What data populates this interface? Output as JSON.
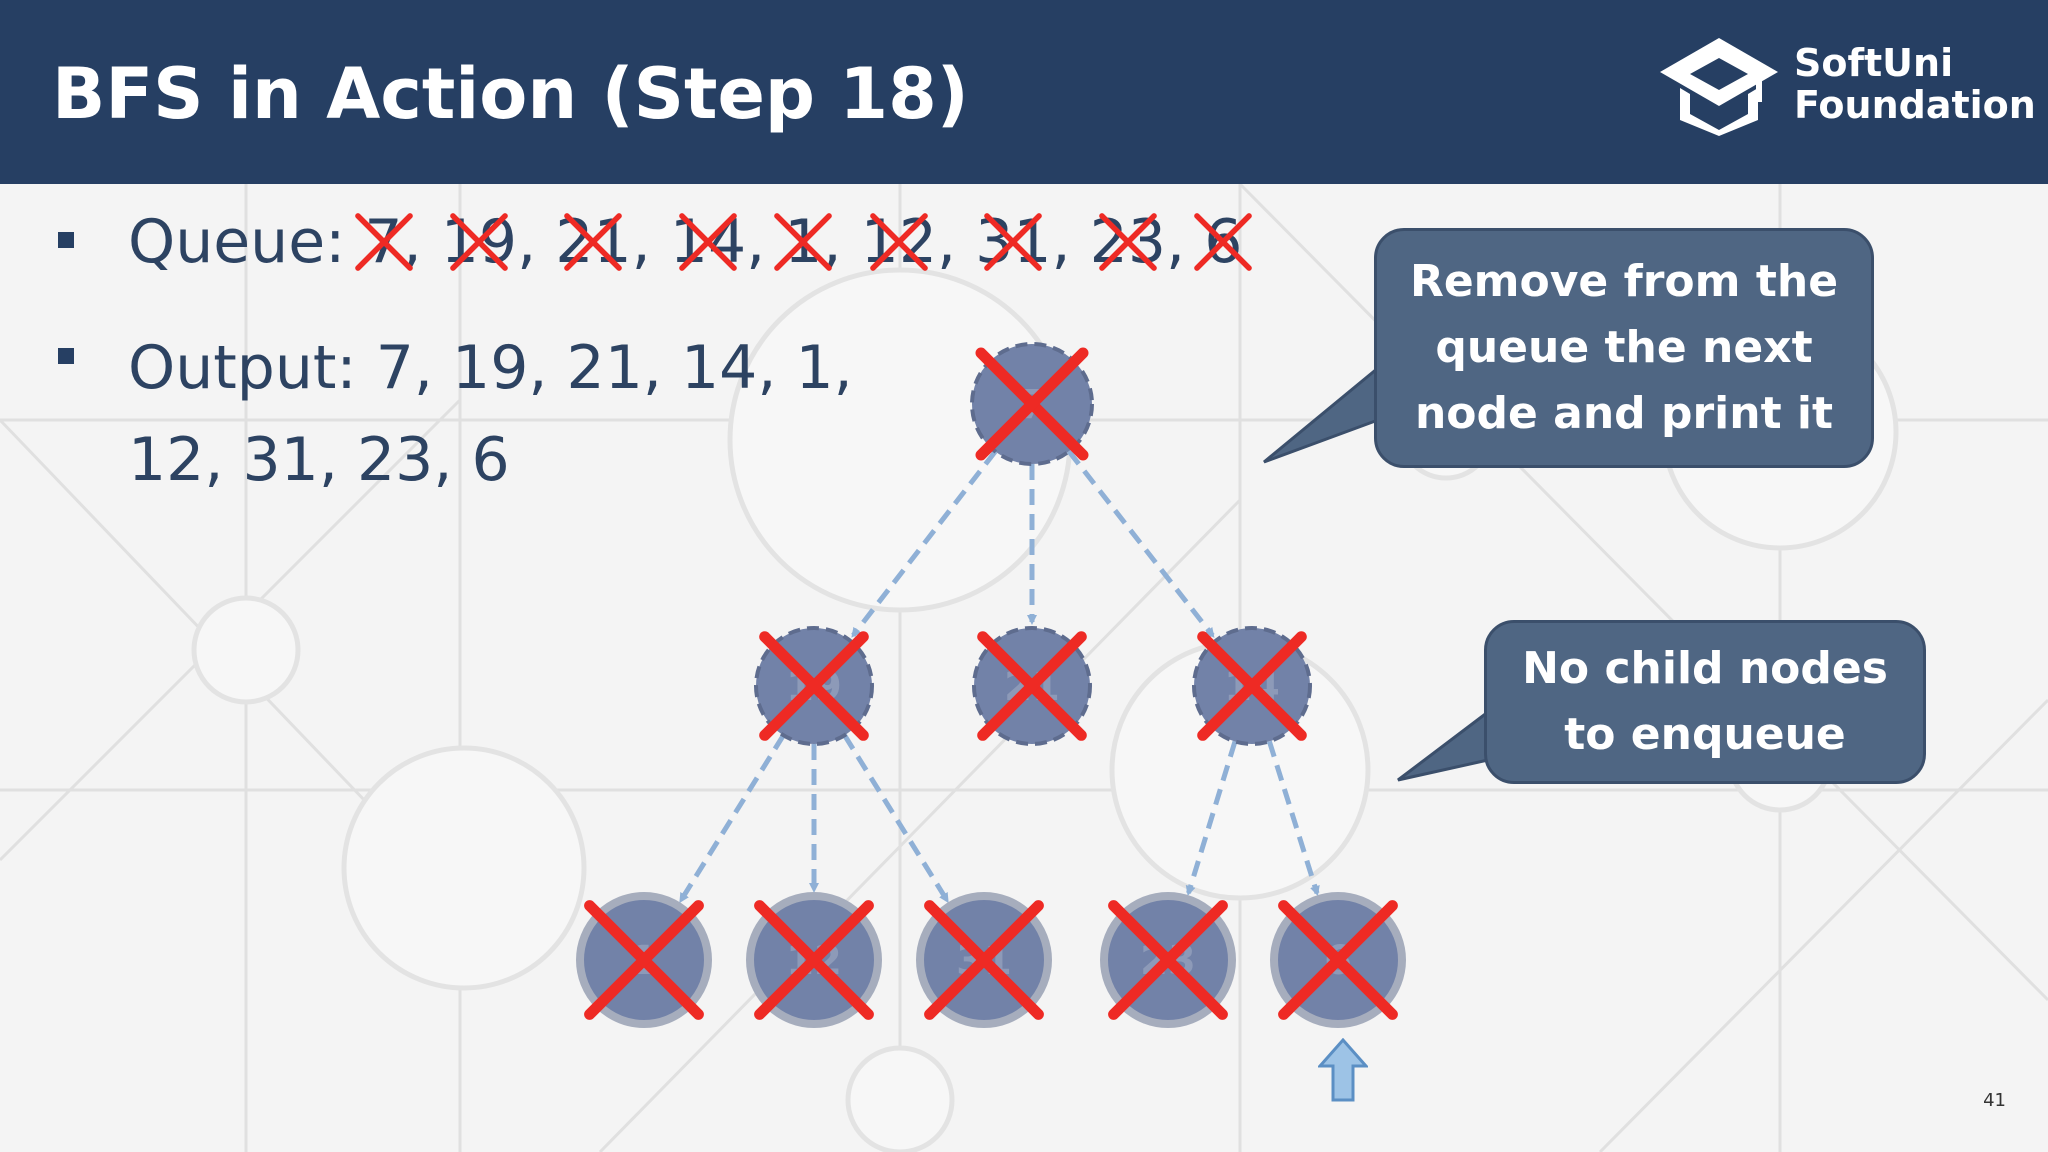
{
  "slide": {
    "title": "BFS in Action (Step 18)",
    "page_number": "41"
  },
  "logo": {
    "line1": "SoftUni",
    "line2": "Foundation"
  },
  "queue": {
    "label": "Queue: ",
    "items": [
      {
        "value": "7",
        "removed": true
      },
      {
        "value": "19",
        "removed": true
      },
      {
        "value": "21",
        "removed": true
      },
      {
        "value": "14",
        "removed": true
      },
      {
        "value": "1",
        "removed": true
      },
      {
        "value": "12",
        "removed": true
      },
      {
        "value": "31",
        "removed": true
      },
      {
        "value": "23",
        "removed": true
      },
      {
        "value": "6",
        "removed": true
      }
    ]
  },
  "output": {
    "line1": "Output: 7, 19, 21, 14, 1,",
    "line2": "12, 31, 23, 6"
  },
  "tree": {
    "nodes": [
      {
        "id": "7",
        "level": 0,
        "visited": true,
        "highlighted": true
      },
      {
        "id": "19",
        "level": 1,
        "visited": true,
        "highlighted": true
      },
      {
        "id": "21",
        "level": 1,
        "visited": true,
        "highlighted": true
      },
      {
        "id": "14",
        "level": 1,
        "visited": true,
        "highlighted": true
      },
      {
        "id": "1",
        "level": 2,
        "visited": true,
        "highlighted": false
      },
      {
        "id": "12",
        "level": 2,
        "visited": true,
        "highlighted": false
      },
      {
        "id": "31",
        "level": 2,
        "visited": true,
        "highlighted": false
      },
      {
        "id": "23",
        "level": 2,
        "visited": true,
        "highlighted": false
      },
      {
        "id": "6",
        "level": 2,
        "visited": true,
        "highlighted": false
      }
    ],
    "edges": [
      [
        "7",
        "19"
      ],
      [
        "7",
        "21"
      ],
      [
        "7",
        "14"
      ],
      [
        "19",
        "1"
      ],
      [
        "19",
        "12"
      ],
      [
        "19",
        "31"
      ],
      [
        "14",
        "23"
      ],
      [
        "14",
        "6"
      ]
    ],
    "current_node": "6"
  },
  "callouts": {
    "remove": {
      "line1": "Remove from the",
      "line2": "queue the next",
      "line3": "node and print it"
    },
    "no_children": {
      "line1": "No child nodes",
      "line2": "to enqueue"
    }
  },
  "colors": {
    "header": "#263f63",
    "text": "#2d4362",
    "node_fill": "#7282a8",
    "cross": "#ee2a24",
    "edge": "#8fb0d6",
    "callout": "#4f6683",
    "arrow": "#9dc3e6"
  },
  "icons": {
    "logo": "softuni-graduation-cap-icon",
    "cross": "red-x-icon",
    "pointer": "up-arrow-icon"
  }
}
